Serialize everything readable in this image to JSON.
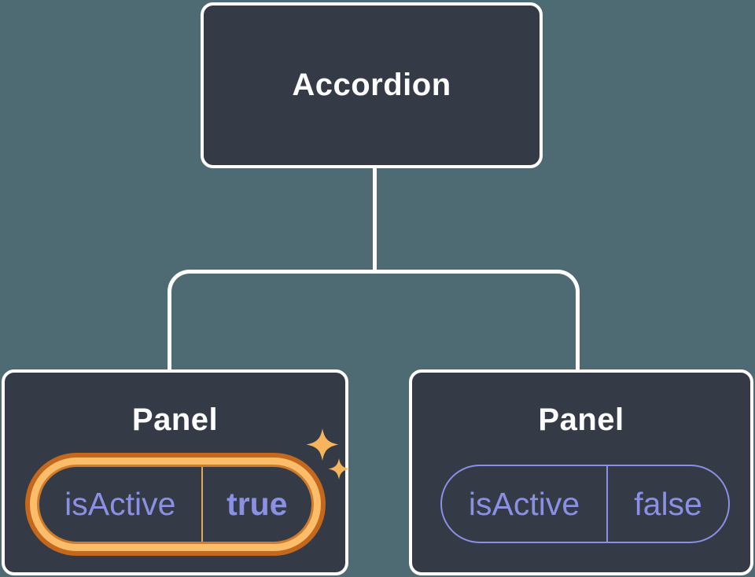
{
  "diagram": {
    "root": {
      "label": "Accordion"
    },
    "panels": [
      {
        "title": "Panel",
        "prop_name": "isActive",
        "prop_value": "true",
        "state": "highlighted",
        "icon": "sparkles-icon"
      },
      {
        "title": "Panel",
        "prop_name": "isActive",
        "prop_value": "false",
        "state": "default"
      }
    ],
    "colors": {
      "background": "#4e6a73",
      "node_fill": "#343a46",
      "node_border": "#ffffff",
      "connector": "#ffffff",
      "prop_purple": "#8a90e4",
      "ring_gold": "#fbbd69",
      "ring_orange": "#c4681e",
      "pill_border_orange": "#cd7c2e",
      "divider_gold": "#e5a755",
      "sparkle_gold": "#f6b45c",
      "title_text": "#fcfcfc"
    }
  }
}
